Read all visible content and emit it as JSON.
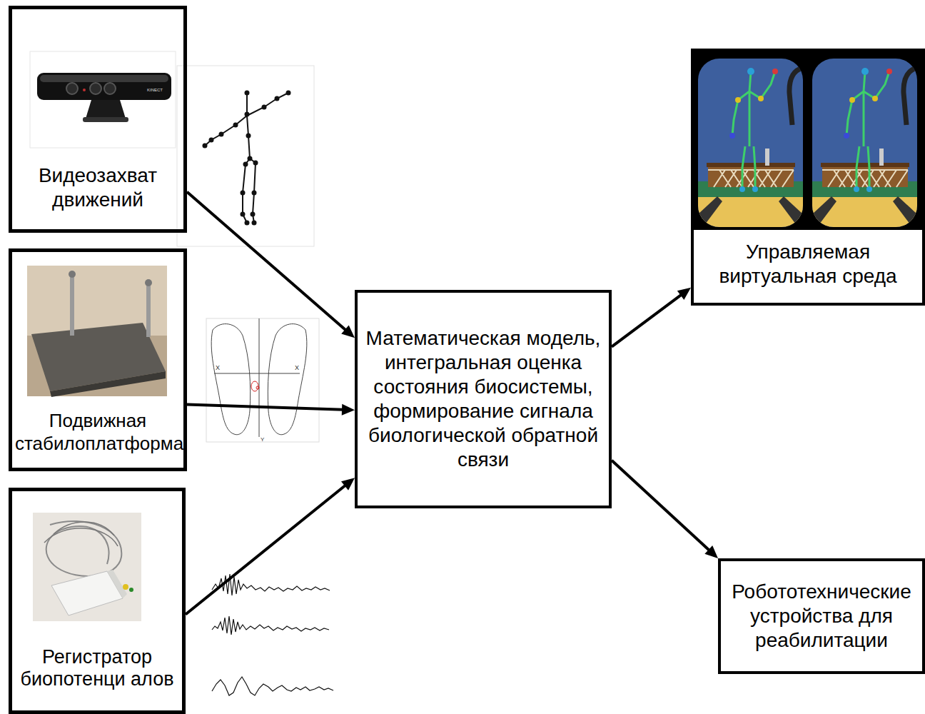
{
  "diagram": {
    "nodes": [
      {
        "text": [
          "Видеозахват движений"
        ]
      },
      {
        "text": [
          "Подвижная стабилоплатформа"
        ]
      },
      {
        "text": [
          "Регистратор биопотенци алов"
        ]
      },
      {
        "text": [
          "Математическая модель, интегральная оценка состояния биосистемы, формирование сигнала биологической обратной связи"
        ]
      },
      {
        "text": [
          "Управляемая виртуальная среда"
        ]
      },
      {
        "text": [
          "Робототехнические устройства для реабилитации"
        ]
      }
    ],
    "edges": [
      {
        "from": 0,
        "to": 3,
        "arrow": "to"
      },
      {
        "from": 1,
        "to": 3,
        "arrow": "to"
      },
      {
        "from": 2,
        "to": 3,
        "arrow": "to"
      },
      {
        "from": 3,
        "to": 4,
        "arrow": "to"
      },
      {
        "from": 3,
        "to": 5,
        "arrow": "to"
      }
    ],
    "labels": [
      "KINECT",
      "X",
      "X",
      "Y"
    ]
  }
}
